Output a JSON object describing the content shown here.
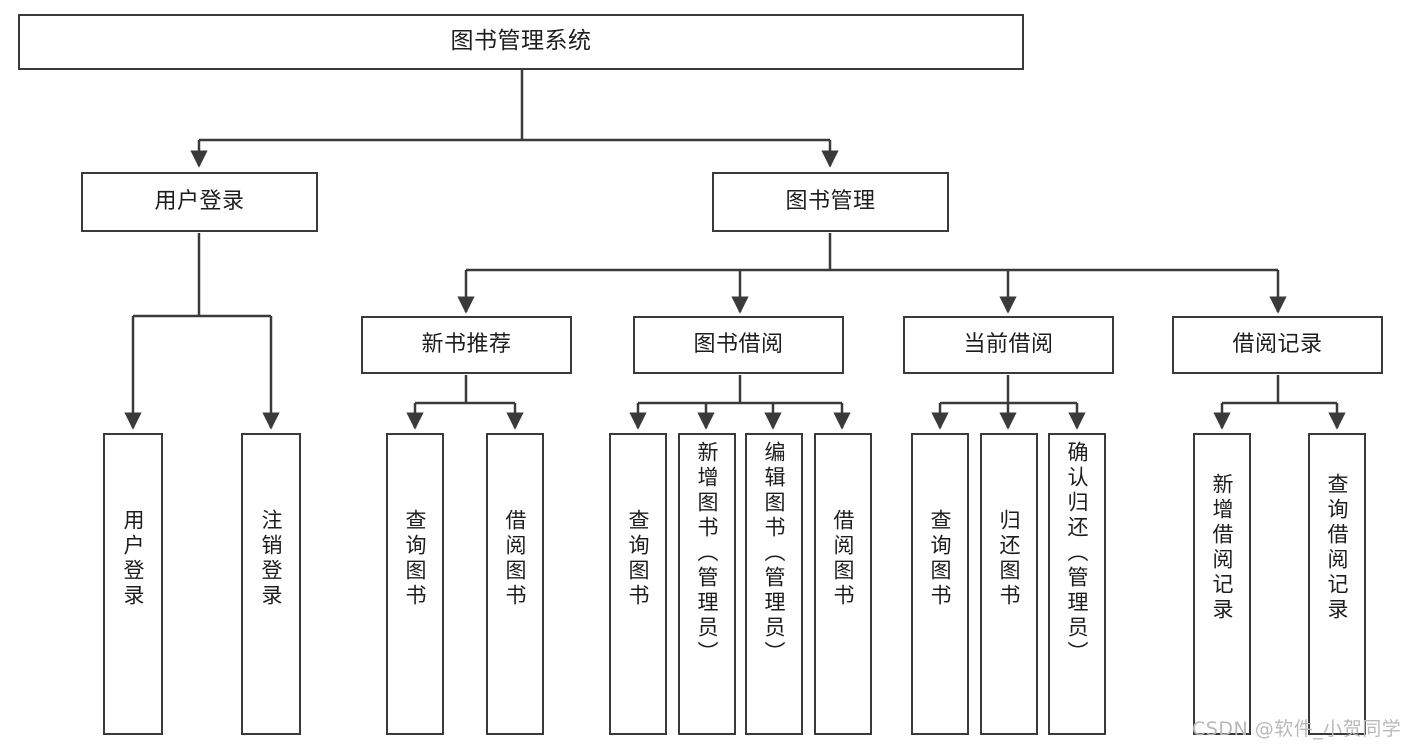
{
  "diagram": {
    "type": "tree-hierarchy-flowchart",
    "title": "图书管理系统",
    "style": {
      "background": "#ffffff",
      "stroke": "#3a3a3a",
      "node_fill": "#ffffff",
      "text_color": "#1d1d1d",
      "watermark_color": "#b9b9b9"
    },
    "levels": 4,
    "nodes": {
      "root": {
        "label": "图书管理系统",
        "orientation": "horizontal"
      },
      "level2": [
        {
          "id": "user-login",
          "label": "用户登录",
          "orientation": "horizontal"
        },
        {
          "id": "book-management",
          "label": "图书管理",
          "orientation": "horizontal"
        }
      ],
      "level3": [
        {
          "id": "new-book-recommend",
          "label": "新书推荐",
          "orientation": "horizontal"
        },
        {
          "id": "book-borrow",
          "label": "图书借阅",
          "orientation": "horizontal"
        },
        {
          "id": "current-borrow",
          "label": "当前借阅",
          "orientation": "horizontal"
        },
        {
          "id": "borrow-record",
          "label": "借阅记录",
          "orientation": "horizontal"
        }
      ],
      "leaves": [
        {
          "id": "leaf-user-login",
          "label": "用户登录",
          "parent": "user-login",
          "orientation": "vertical"
        },
        {
          "id": "leaf-user-logout",
          "label": "注销登录",
          "parent": "user-login",
          "orientation": "vertical"
        },
        {
          "id": "leaf-query-book-1",
          "label": "查询图书",
          "parent": "new-book-recommend",
          "orientation": "vertical"
        },
        {
          "id": "leaf-borrow-book-1",
          "label": "借阅图书",
          "parent": "new-book-recommend",
          "orientation": "vertical"
        },
        {
          "id": "leaf-query-book-2",
          "label": "查询图书",
          "parent": "book-borrow",
          "orientation": "vertical"
        },
        {
          "id": "leaf-add-book",
          "label": "新增图书（管理员）",
          "parent": "book-borrow",
          "orientation": "vertical"
        },
        {
          "id": "leaf-edit-book",
          "label": "编辑图书（管理员）",
          "parent": "book-borrow",
          "orientation": "vertical"
        },
        {
          "id": "leaf-borrow-book-2",
          "label": "借阅图书",
          "parent": "book-borrow",
          "orientation": "vertical"
        },
        {
          "id": "leaf-query-book-3",
          "label": "查询图书",
          "parent": "current-borrow",
          "orientation": "vertical"
        },
        {
          "id": "leaf-return-book",
          "label": "归还图书",
          "parent": "current-borrow",
          "orientation": "vertical"
        },
        {
          "id": "leaf-confirm-return",
          "label": "确认归还（管理员）",
          "parent": "current-borrow",
          "orientation": "vertical"
        },
        {
          "id": "leaf-add-record",
          "label": "新增借阅记录",
          "parent": "borrow-record",
          "orientation": "vertical"
        },
        {
          "id": "leaf-query-record",
          "label": "查询借阅记录",
          "parent": "borrow-record",
          "orientation": "vertical"
        }
      ]
    },
    "watermark": "CSDN @软件_小贺同学"
  }
}
